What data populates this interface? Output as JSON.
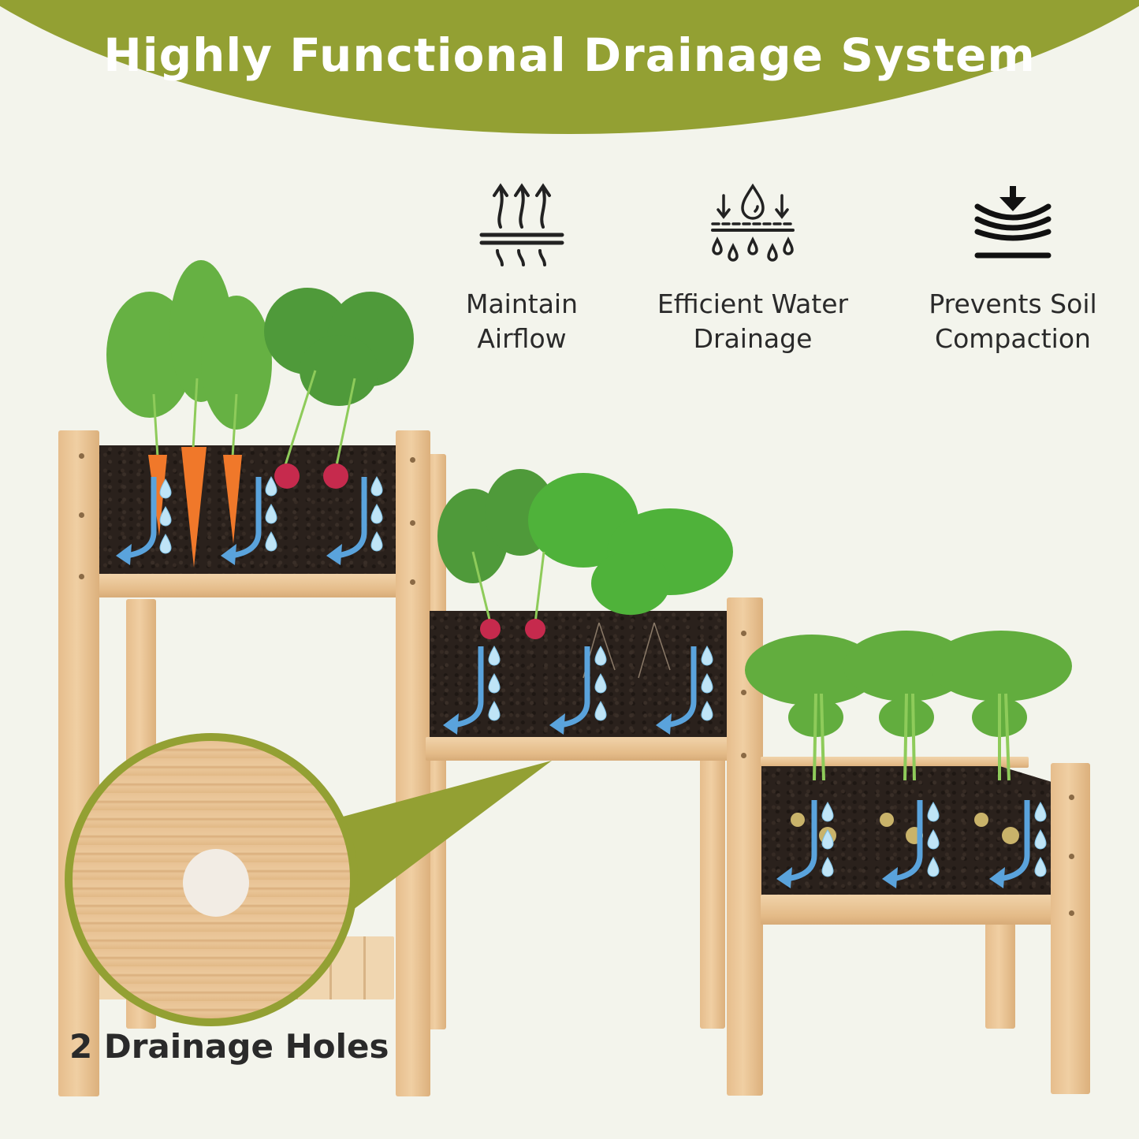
{
  "header": {
    "title": "Highly Functional Drainage System",
    "banner_color": "#93a033"
  },
  "features": [
    {
      "icon": "airflow-icon",
      "line1": "Maintain",
      "line2": "Airflow"
    },
    {
      "icon": "water-drainage-icon",
      "line1": "Efficient Water",
      "line2": "Drainage"
    },
    {
      "icon": "soil-compaction-icon",
      "line1": "Prevents Soil",
      "line2": "Compaction"
    }
  ],
  "callout": {
    "caption": "2 Drainage Holes",
    "ring_color": "#93a033"
  },
  "planters": [
    {
      "tier": "top-left",
      "plants": [
        "carrot",
        "carrot",
        "carrot",
        "radish",
        "radish"
      ],
      "drainage_arrows": 3
    },
    {
      "tier": "middle",
      "plants": [
        "radish",
        "radish",
        "parsley",
        "parsley"
      ],
      "drainage_arrows": 3
    },
    {
      "tier": "bottom-right",
      "plants": [
        "potato",
        "potato",
        "potato"
      ],
      "drainage_arrows": 3
    }
  ],
  "colors": {
    "background": "#f3f4ec",
    "arrow_blue": "#5aa3dc",
    "soil": "#2a211c",
    "wood": "#e8c294"
  }
}
